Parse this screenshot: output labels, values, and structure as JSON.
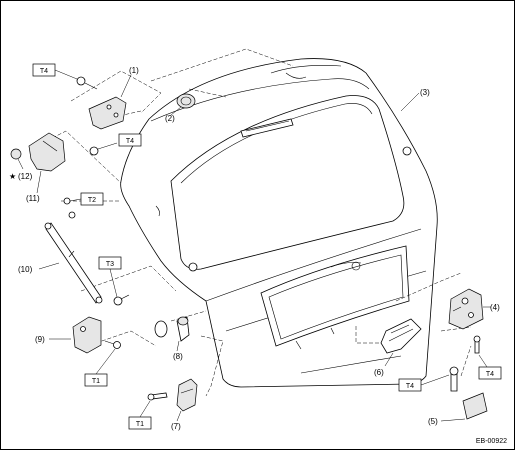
{
  "figure": {
    "code": "EB-00922",
    "parts": [
      {
        "id": "p1",
        "label": "(1)"
      },
      {
        "id": "p2",
        "label": "(2)"
      },
      {
        "id": "p3",
        "label": "(3)"
      },
      {
        "id": "p4",
        "label": "(4)"
      },
      {
        "id": "p5",
        "label": "(5)"
      },
      {
        "id": "p6",
        "label": "(6)"
      },
      {
        "id": "p7",
        "label": "(7)"
      },
      {
        "id": "p8",
        "label": "(8)"
      },
      {
        "id": "p9",
        "label": "(9)"
      },
      {
        "id": "p10",
        "label": "(10)"
      },
      {
        "id": "p11",
        "label": "(11)"
      },
      {
        "id": "p12",
        "label": "(12)"
      }
    ],
    "star_symbol": "★",
    "torque": {
      "t4_a": "T4",
      "t4_b": "T4",
      "t2": "T2",
      "t3": "T3",
      "t1_a": "T1",
      "t1_b": "T1",
      "t4_c": "T4",
      "t4_d": "T4"
    }
  }
}
